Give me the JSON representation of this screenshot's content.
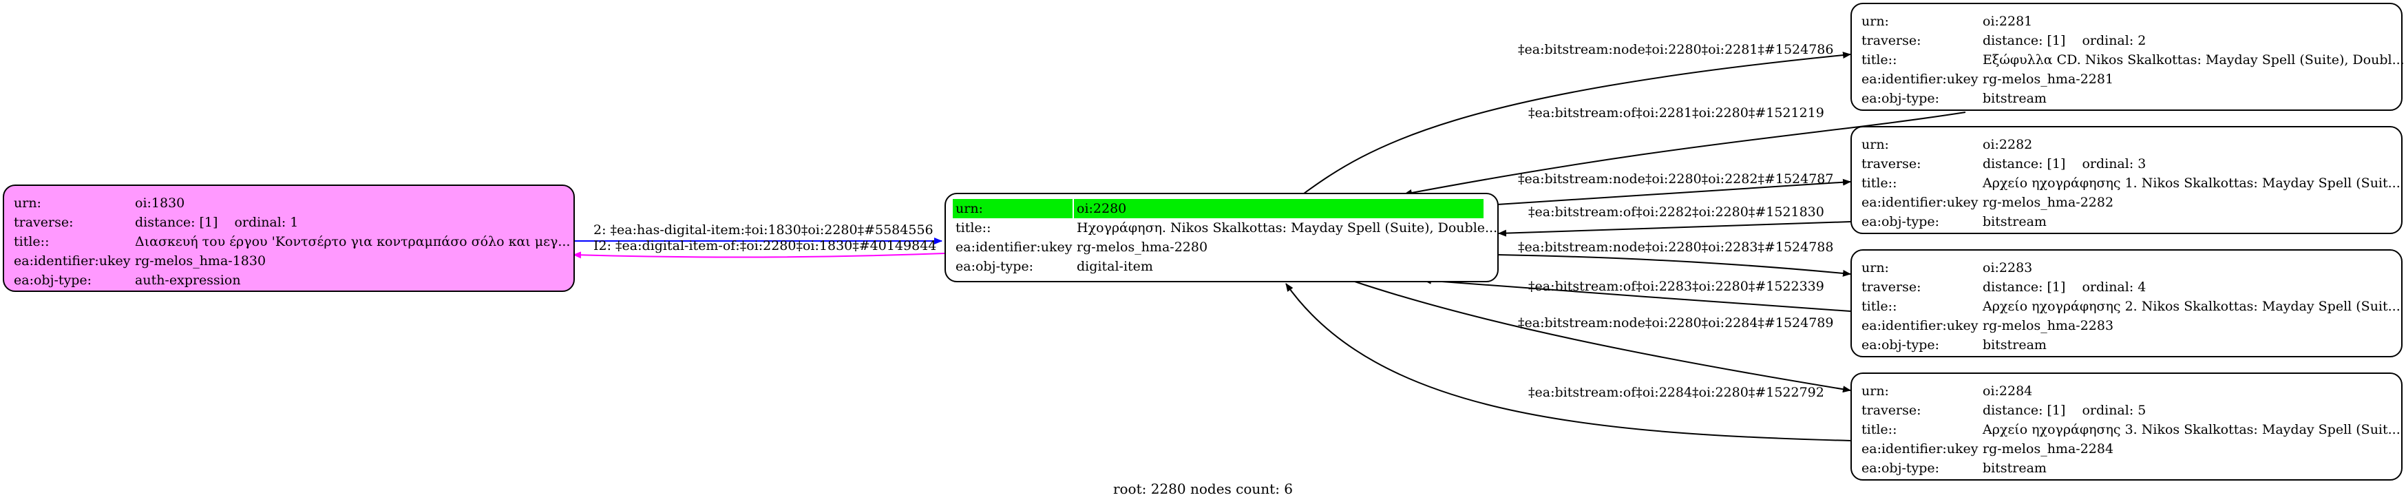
{
  "nodes": {
    "n1830": {
      "urn_label": "urn:",
      "urn": "oi:1830",
      "traverse_label": "traverse:",
      "traverse": "distance: [1]",
      "ordinal": "ordinal: 1",
      "title_label": "title::",
      "title": "Διασκευή του έργου 'Κοντσέρτο για κοντραμπάσο σόλο και μεγ...",
      "ukey_label": "ea:identifier:ukey",
      "ukey": "rg-melos_hma-1830",
      "type_label": "ea:obj-type:",
      "type": "auth-expression",
      "fill": "#ff99ff"
    },
    "n2280": {
      "urn_label": "urn:",
      "urn": "oi:2280",
      "title_label": "title::",
      "title": "Ηχογράφηση. Nikos Skalkottas: Mayday Spell (Suite), Double...",
      "ukey_label": "ea:identifier:ukey",
      "ukey": "rg-melos_hma-2280",
      "type_label": "ea:obj-type:",
      "type": "digital-item",
      "highlight": "#00ee00"
    },
    "n2281": {
      "urn_label": "urn:",
      "urn": "oi:2281",
      "traverse_label": "traverse:",
      "traverse": "distance: [1]",
      "ordinal": "ordinal: 2",
      "title_label": "title::",
      "title": "Εξώφυλλα CD. Nikos Skalkottas: Mayday Spell (Suite), Doubl...",
      "ukey_label": "ea:identifier:ukey",
      "ukey": "rg-melos_hma-2281",
      "type_label": "ea:obj-type:",
      "type": "bitstream"
    },
    "n2282": {
      "urn_label": "urn:",
      "urn": "oi:2282",
      "traverse_label": "traverse:",
      "traverse": "distance: [1]",
      "ordinal": "ordinal: 3",
      "title_label": "title::",
      "title": "Αρχείο ηχογράφησης 1. Nikos Skalkottas: Mayday Spell (Suit...",
      "ukey_label": "ea:identifier:ukey",
      "ukey": "rg-melos_hma-2282",
      "type_label": "ea:obj-type:",
      "type": "bitstream"
    },
    "n2283": {
      "urn_label": "urn:",
      "urn": "oi:2283",
      "traverse_label": "traverse:",
      "traverse": "distance: [1]",
      "ordinal": "ordinal: 4",
      "title_label": "title::",
      "title": "Αρχείο ηχογράφησης 2. Nikos Skalkottas: Mayday Spell (Suit...",
      "ukey_label": "ea:identifier:ukey",
      "ukey": "rg-melos_hma-2283",
      "type_label": "ea:obj-type:",
      "type": "bitstream"
    },
    "n2284": {
      "urn_label": "urn:",
      "urn": "oi:2284",
      "traverse_label": "traverse:",
      "traverse": "distance: [1]",
      "ordinal": "ordinal: 5",
      "title_label": "title::",
      "title": "Αρχείο ηχογράφησης 3. Nikos Skalkottas: Mayday Spell (Suit...",
      "ukey_label": "ea:identifier:ukey",
      "ukey": "rg-melos_hma-2284",
      "type_label": "ea:obj-type:",
      "type": "bitstream"
    }
  },
  "edges": {
    "has_digital_item": {
      "label": "2: ‡ea:has-digital-item:‡oi:1830‡oi:2280‡#5584556",
      "color": "#0000ff"
    },
    "digital_item_of": {
      "label": "I2: ‡ea:digital-item-of:‡oi:2280‡oi:1830‡#40149844",
      "color": "#ff00ff"
    },
    "node_2281": {
      "label": "‡ea:bitstream:node‡oi:2280‡oi:2281‡#1524786",
      "color": "#000000"
    },
    "of_2281": {
      "label": "‡ea:bitstream:of‡oi:2281‡oi:2280‡#1521219",
      "color": "#000000"
    },
    "node_2282": {
      "label": "‡ea:bitstream:node‡oi:2280‡oi:2282‡#1524787",
      "color": "#000000"
    },
    "of_2282": {
      "label": "‡ea:bitstream:of‡oi:2282‡oi:2280‡#1521830",
      "color": "#000000"
    },
    "node_2283": {
      "label": "‡ea:bitstream:node‡oi:2280‡oi:2283‡#1524788",
      "color": "#000000"
    },
    "of_2283": {
      "label": "‡ea:bitstream:of‡oi:2283‡oi:2280‡#1522339",
      "color": "#000000"
    },
    "node_2284": {
      "label": "‡ea:bitstream:node‡oi:2280‡oi:2284‡#1524789",
      "color": "#000000"
    },
    "of_2284": {
      "label": "‡ea:bitstream:of‡oi:2284‡oi:2280‡#1522792",
      "color": "#000000"
    }
  },
  "footer": "root: 2280 nodes count: 6"
}
